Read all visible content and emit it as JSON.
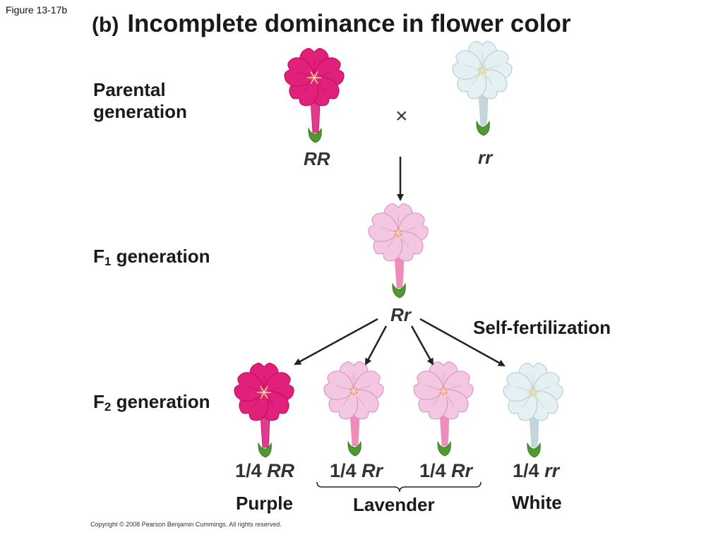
{
  "figure_label": "Figure 13-17b",
  "title": {
    "tag": "(b)",
    "text": "Incomplete dominance in flower color"
  },
  "generations": {
    "parental": [
      "Parental",
      "generation"
    ],
    "f1": {
      "prefix": "F",
      "sub": "1",
      "suffix": " generation"
    },
    "f2": {
      "prefix": "F",
      "sub": "2",
      "suffix": " generation"
    }
  },
  "cross_symbol": "×",
  "parents": [
    {
      "genotype": "RR",
      "color": "purple"
    },
    {
      "genotype": "rr",
      "color": "white"
    }
  ],
  "f1": {
    "genotype": "Rr"
  },
  "self_fertilization": "Self-fertilization",
  "offspring": [
    {
      "fraction": "1/4",
      "genotype": "RR"
    },
    {
      "fraction": "1/4",
      "genotype": "Rr"
    },
    {
      "fraction": "1/4",
      "genotype": "Rr"
    },
    {
      "fraction": "1/4",
      "genotype": "rr"
    }
  ],
  "phenotypes": {
    "purple": "Purple",
    "lavender": "Lavender",
    "white": "White"
  },
  "flower_colors": {
    "purple": {
      "petal": "#e0207a",
      "petal_edge": "#c0105e",
      "tube": "#e23a8c"
    },
    "lavender": {
      "petal": "#f3c6e2",
      "petal_edge": "#d99ac4",
      "tube": "#f08cb8"
    },
    "white": {
      "petal": "#e4f0f2",
      "petal_edge": "#b9cfd4",
      "tube": "#c4d6da"
    }
  },
  "copyright": "Copyright © 2008 Pearson Benjamin Cummings. All rights reserved."
}
